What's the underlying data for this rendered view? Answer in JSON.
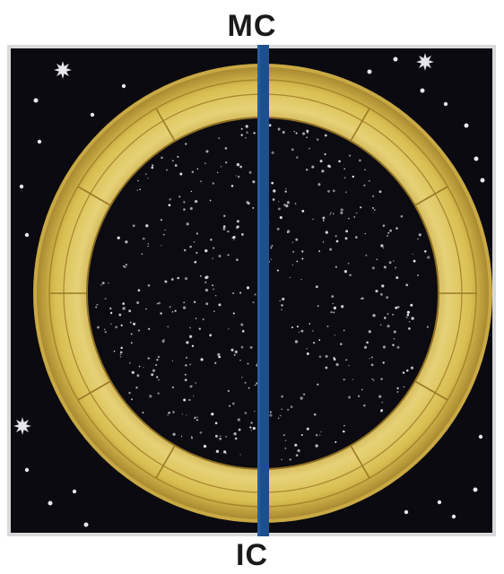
{
  "labels": {
    "top": "MC",
    "bottom": "IC"
  },
  "colors": {
    "sky": "#0b0a10",
    "frame": "#d7d7d7",
    "ring": "#ddc55a",
    "ring_edge": "#a8862a",
    "meridian": "#1d4f8c",
    "star": "#e6e6ee"
  },
  "icons": {
    "bright_star": "eight-point-star"
  }
}
